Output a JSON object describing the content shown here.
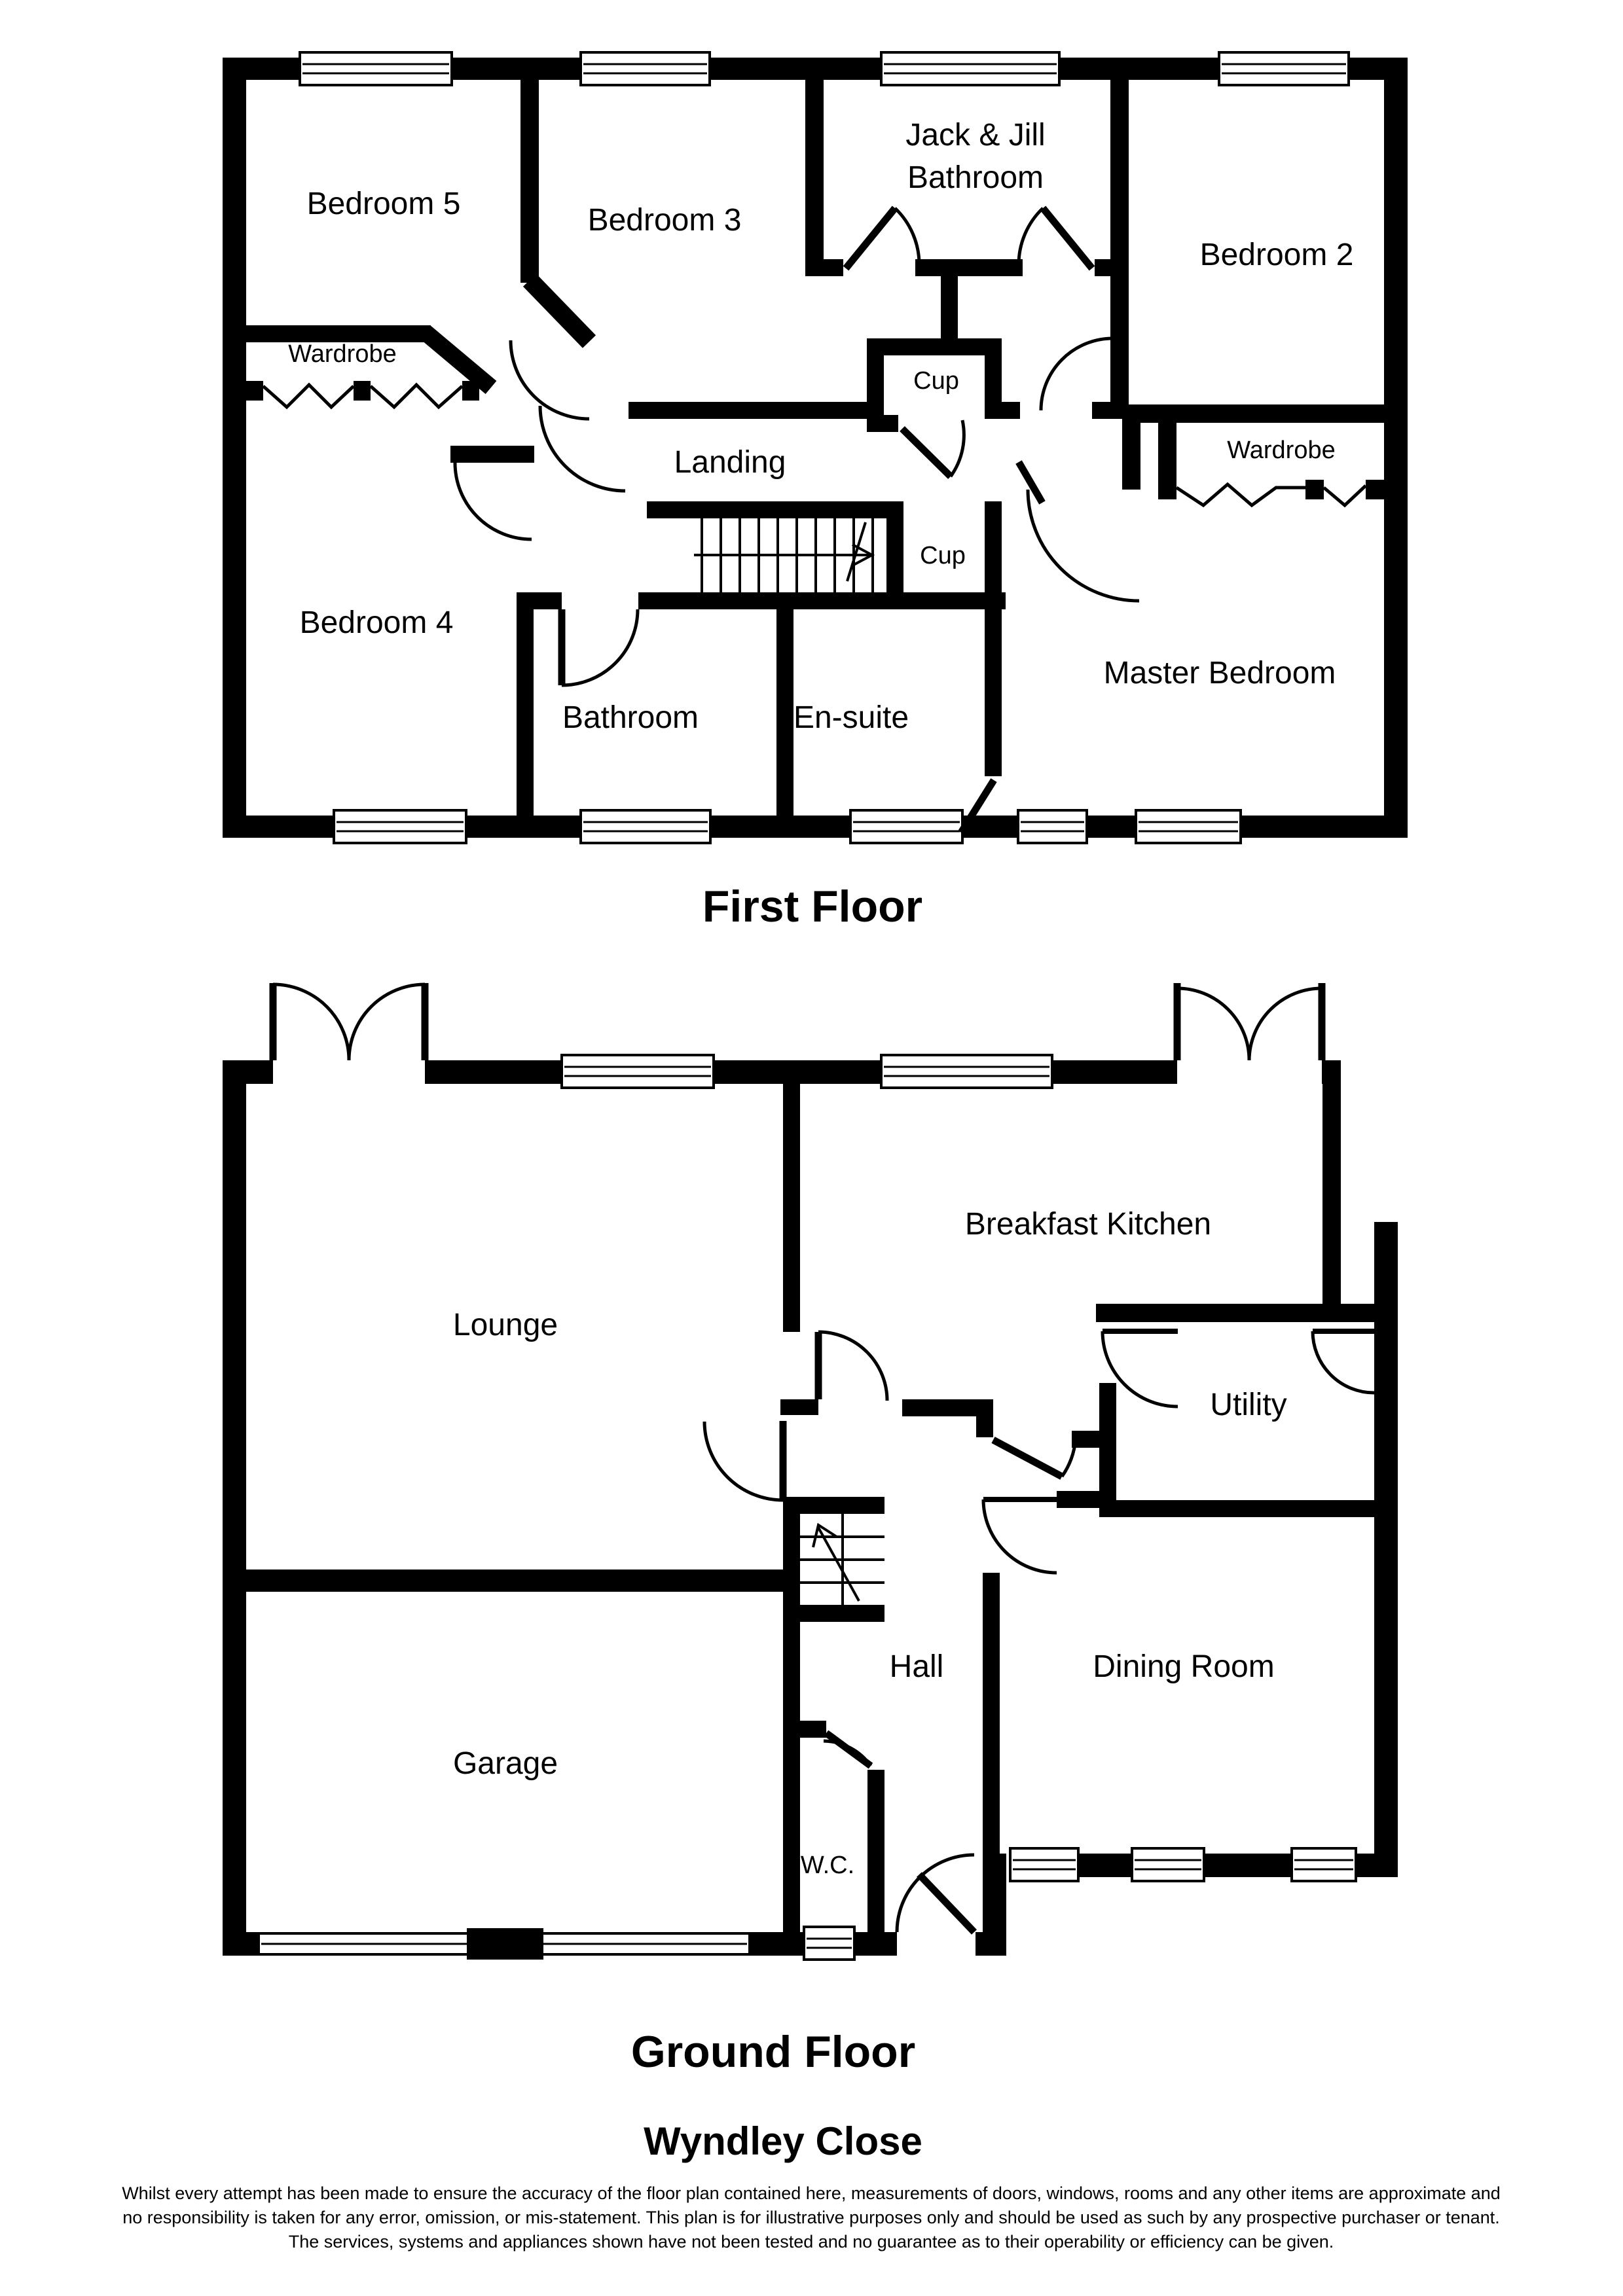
{
  "page": {
    "background": "#ffffff",
    "line_color": "#000000"
  },
  "first_floor": {
    "title": "First Floor",
    "labels": {
      "bedroom5": "Bedroom 5",
      "bedroom3": "Bedroom 3",
      "jack_jill_line1": "Jack & Jill",
      "jack_jill_line2": "Bathroom",
      "bedroom2": "Bedroom 2",
      "wardrobe_left": "Wardrobe",
      "wardrobe_right": "Wardrobe",
      "landing": "Landing",
      "cup_upper": "Cup",
      "cup_lower": "Cup",
      "bedroom4": "Bedroom 4",
      "bathroom": "Bathroom",
      "ensuite": "En-suite",
      "master_bedroom": "Master Bedroom"
    }
  },
  "ground_floor": {
    "title": "Ground Floor",
    "labels": {
      "lounge": "Lounge",
      "breakfast_kitchen": "Breakfast Kitchen",
      "utility": "Utility",
      "hall": "Hall",
      "dining_room": "Dining Room",
      "garage": "Garage",
      "wc": "W.C."
    }
  },
  "address": "Wyndley Close",
  "disclaimer": {
    "line1": "Whilst every attempt has been made to ensure the accuracy of the floor plan contained here, measurements of doors, windows, rooms and any other items are approximate and",
    "line2": "no responsibility is taken for any error, omission, or mis-statement. This plan is for illustrative purposes only and should be used as such by any prospective purchaser or tenant.",
    "line3": "The services, systems and appliances shown have not been tested and no guarantee as to their operability or efficiency can be given."
  }
}
